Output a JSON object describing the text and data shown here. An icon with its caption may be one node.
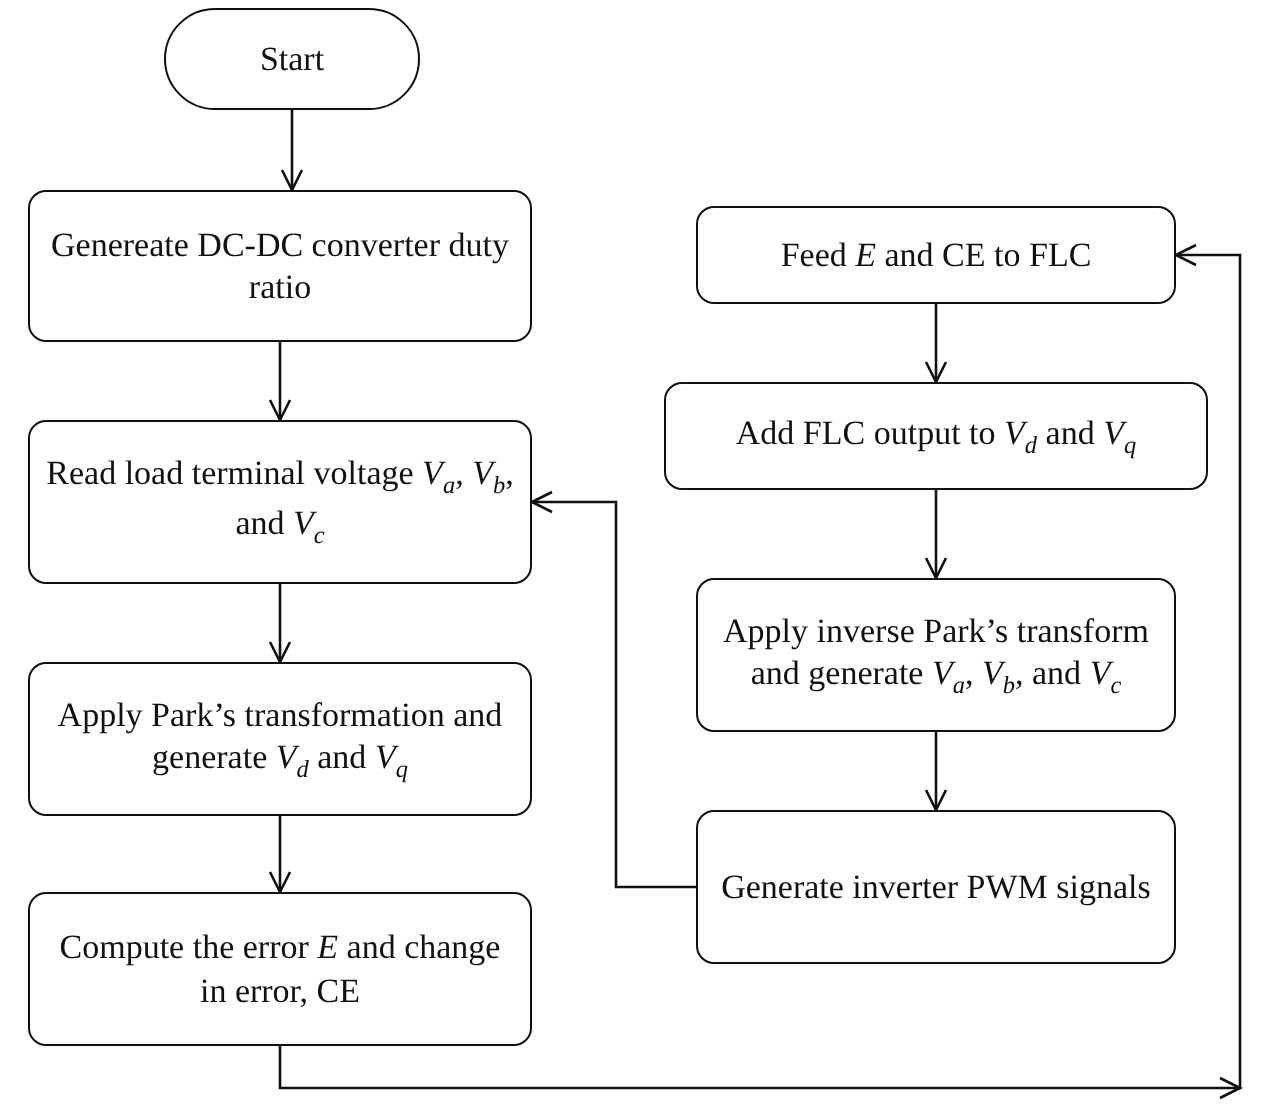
{
  "diagram": {
    "nodes": [
      {
        "text": [
          "Start"
        ]
      },
      {
        "text": [
          "Genereate DC-DC converter duty ratio"
        ]
      },
      {
        "text": [
          "Read load terminal voltage *V*$_{a}$, *V*$_{b}$, and *V*$_{c}$"
        ]
      },
      {
        "text": [
          "Apply Park’s transformation and generate *V*$_{d}$ and *V*$_{q}$"
        ]
      },
      {
        "text": [
          "Compute the error *E* and change in error, CE"
        ]
      },
      {
        "text": [
          "Feed *E* and CE to FLC"
        ]
      },
      {
        "text": [
          "Add FLC output to *V*$_{d}$ and *V*$_{q}$"
        ]
      },
      {
        "text": [
          "Apply inverse Park’s transform and generate *V*$_{a}$, *V*$_{b}$, and *V*$_{c}$"
        ]
      },
      {
        "text": [
          "Generate inverter PWM signals"
        ]
      }
    ],
    "edges": [
      {
        "from": 0,
        "to": 1,
        "arrow": "to"
      },
      {
        "from": 1,
        "to": 2,
        "arrow": "to"
      },
      {
        "from": 2,
        "to": 3,
        "arrow": "to"
      },
      {
        "from": 3,
        "to": 4,
        "arrow": "to"
      },
      {
        "from": 4,
        "to": 5,
        "arrow": "to"
      },
      {
        "from": 5,
        "to": 6,
        "arrow": "to"
      },
      {
        "from": 6,
        "to": 7,
        "arrow": "to"
      },
      {
        "from": 7,
        "to": 8,
        "arrow": "to"
      },
      {
        "from": 8,
        "to": 2,
        "arrow": "to"
      }
    ]
  }
}
